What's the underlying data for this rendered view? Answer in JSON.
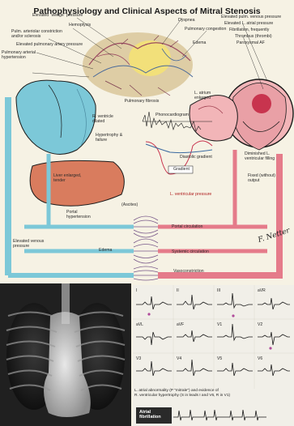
{
  "title": "Pathophysiology and Clinical Aspects of Mitral Stenosis",
  "labels": {
    "wedge": "Elevated \"wedge\" pressure",
    "hemoptysis": "Hemoptysis",
    "dyspnea": "Dyspnea",
    "pulm_congestion": "Pulmonary congestion",
    "edema_lung": "Edema",
    "pulm_arteriolar": "Pulm. arteriolar constriction and/or sclerosis",
    "elev_pulm_art": "Elevated pulmonary artery pressure",
    "pulm_art_hypertension": "Pulmonary arterial hypertension",
    "pulm_fibrosis": "Pulmonary fibrosis",
    "elev_pulm_venous": "Elevated pulm. venous pressure",
    "elev_la": "Elevated L. atrial pressure",
    "fibrillation": "Fibrillation, frequently",
    "thrombus": "Thrombus (thrombi)",
    "paroxysmal": "Paroxysmal AF",
    "la_enlarged": "L. atrium enlarged",
    "r_ventricle_dilated": "R. ventricle dilated",
    "hypertrophy_failure": "Hypertrophy & failure",
    "diastolic_gradient": "Diastolic gradient",
    "gradient": "Gradient",
    "lv_pressure": "L. ventricular pressure",
    "diminished_lv_filling": "Diminished L. ventricular filling",
    "fixed_output": "Fixed (without) output",
    "liver": "Liver enlarged, tender",
    "ascites": "(Ascites)",
    "portal_hypertension": "Portal hypertension",
    "portal_circulation": "Portal circulation",
    "elev_venous": "Elevated venous pressure",
    "edema_leg": "Edema",
    "systemic_circulation": "Systemic circulation",
    "vasoconstriction": "Vasoconstriction",
    "phonocardiogram": "Phonocardiogram",
    "signature": "F. Netter"
  },
  "ecg": {
    "leads": [
      "I",
      "II",
      "III",
      "aVR",
      "aVL",
      "aVF",
      "V1",
      "V2",
      "V3",
      "V4",
      "V5",
      "V6"
    ],
    "caption_a": "L. atrial abnormality (P \"mitrale\") and evidence of",
    "caption_b": "R. ventricular hypertrophy (S in leads I and V6, R in V1)",
    "af_label": "Atrial fibrillation"
  },
  "colors": {
    "lung": "#c9b48a",
    "lung_vessel": "#9a4a60",
    "venous_blue": "#7cc8d8",
    "arterial_red": "#d7576b",
    "heart_pink": "#f2b5b8",
    "liver": "#d97c5e",
    "line": "#1a1a1a",
    "bg": "#f6f2e4"
  }
}
